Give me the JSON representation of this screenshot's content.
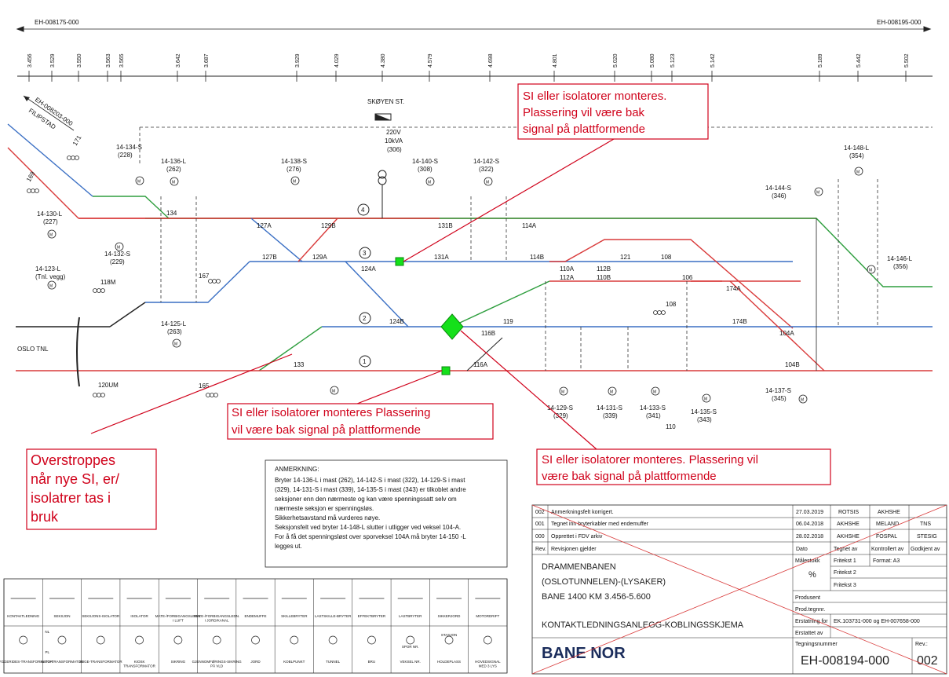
{
  "references": {
    "left": "EH-008175-000",
    "right": "EH-008195-000",
    "branch": "EH-008203-000"
  },
  "km_ticks": [
    "3.456",
    "3.529",
    "3.550",
    "3.563",
    "3.565",
    "3.642",
    "3.687",
    "3.929",
    "4.029",
    "4.380",
    "4.579",
    "4.698",
    "4.801",
    "5.020",
    "5.080",
    "5.123",
    "5.142",
    "5.189",
    "5.442",
    "5.502"
  ],
  "station": {
    "name": "SKØYEN ST."
  },
  "places": {
    "filipstad": "FILIPSTAD",
    "oslo_tnl": "OSLO TNL"
  },
  "track_numbers": [
    "4",
    "3",
    "2",
    "1"
  ],
  "transformer": {
    "line1": "220V",
    "line2": "10kVA",
    "line3": "(306)"
  },
  "switches": [
    {
      "id": "14-134-S",
      "mast": "(228)"
    },
    {
      "id": "14-136-L",
      "mast": "(262)"
    },
    {
      "id": "14-138-S",
      "mast": "(276)"
    },
    {
      "id": "14-140-S",
      "mast": "(308)"
    },
    {
      "id": "14-142-S",
      "mast": "(322)"
    },
    {
      "id": "14-148-L",
      "mast": "(354)"
    },
    {
      "id": "14-144-S",
      "mast": "(346)"
    },
    {
      "id": "14-146-L",
      "mast": "(356)"
    },
    {
      "id": "14-130-L",
      "mast": "(227)"
    },
    {
      "id": "14-132-S",
      "mast": "(229)"
    },
    {
      "id": "14-123-L",
      "mast": "(Tnl. vegg)"
    },
    {
      "id": "14-125-L",
      "mast": "(263)"
    },
    {
      "id": "14-129-S",
      "mast": "(329)"
    },
    {
      "id": "14-131-S",
      "mast": "(339)"
    },
    {
      "id": "14-133-S",
      "mast": "(341)"
    },
    {
      "id": "14-135-S",
      "mast": "(343)"
    },
    {
      "id": "14-137-S",
      "mast": "(345)"
    }
  ],
  "section_labels": [
    "134",
    "127A",
    "129B",
    "127B",
    "129A",
    "124A",
    "124B",
    "131B",
    "131A",
    "114A",
    "114B",
    "110A",
    "112A",
    "112B",
    "110B",
    "121",
    "108",
    "106",
    "174A",
    "174B",
    "104A",
    "104B",
    "119",
    "116B",
    "116A",
    "133"
  ],
  "signals": [
    "171",
    "169",
    "118M",
    "167",
    "120UM",
    "165",
    "108",
    "110"
  ],
  "callouts": {
    "top": [
      "SI eller isolatorer monteres.",
      "Plassering vil være bak",
      "signal på plattformende"
    ],
    "middle": [
      "SI eller isolatorer monteres Plassering",
      "vil være bak signal på plattformende"
    ],
    "right": [
      "SI eller isolatorer monteres. Plassering vil",
      "være bak signal på plattformende"
    ],
    "left": [
      "Overstroppes",
      "når nye SI, er/",
      "isolatrer tas i",
      "bruk"
    ]
  },
  "note": {
    "title": "ANMERKNING:",
    "lines": [
      "Bryter 14-136-L i mast (262), 14-142-S i mast (322), 14-129-S i mast",
      "(329), 14-131-S i mast (339), 14-135-S i mast (343) er tilkoblet andre",
      "seksjoner enn den nærmeste og kan være spenningssatt selv om",
      "nærmeste seksjon er spenningsløs.",
      "Sikkerhetsavstand må vurderes nøye.",
      "Seksjonsfelt ved bryter 14-148-L slutter i utligger ved veksel 104-A.",
      "For å få det spenningsløst over sporveksel 104A må bryter 14-150 -L",
      "legges ut."
    ]
  },
  "revisions": [
    {
      "rev": "002",
      "text": "Anmerkningsfelt korrigert.",
      "date": "27.03.2019",
      "drawn": "ROTSIS",
      "checked": "AKHSHE",
      "approved": ""
    },
    {
      "rev": "001",
      "text": "Tegnet inn bryterkabler med endemuffer",
      "date": "06.04.2018",
      "drawn": "AKHSHE",
      "checked": "MELAND",
      "approved": "TNS"
    },
    {
      "rev": "000",
      "text": "Opprettet i FDV arkiv",
      "date": "28.02.2018",
      "drawn": "AKHSHE",
      "checked": "FOSPAL",
      "approved": "STESIG"
    }
  ],
  "revision_header": {
    "rev": "Rev.",
    "text": "Revisjonen gjelder",
    "date": "Dato",
    "drawn": "Tegnet av",
    "checked": "Kontrollert av",
    "approved": "Godkjent av"
  },
  "title_block": {
    "lines": [
      "DRAMMENBANEN",
      "(OSLOTUNNELEN)-(LYSAKER)",
      "BANE 1400  KM 3.456-5.600",
      "KONTAKTLEDNINGSANLEGG-KOBLINGSSKJEMA"
    ],
    "scale_label": "Målestokk",
    "scale_value": "%",
    "fritekst": [
      "Fritekst 1",
      "Fritekst 2",
      "Fritekst 3"
    ],
    "format": "Format: A3",
    "produsent": "Produsent",
    "prod_tegnnr": "Prod.tegnnr.",
    "erstatning_for_label": "Erstatning for",
    "erstatning_for_value": "EK.103731-000 og EH-007658-000",
    "erstattet_av": "Erstattet av",
    "drawing_number_label": "Tegningsnummer",
    "drawing_number": "EH-008194-000",
    "rev_label": "Rev.:",
    "rev_value": "002",
    "logo": "BANE NOR"
  },
  "legend": {
    "row1": [
      "KONTAKTLEDNING",
      "SEKSJON",
      "SEKSJONS-ISOLATOR",
      "ISOLATOR",
      "MATE-/FORBIGANGSLEDN. I LUFT",
      "MATE-/FORBIGANGSLEDN. I JORD/KANAL",
      "ENDEMUFFE",
      "SKILLEBRYTER",
      "LASTSKILLE-BRYTER",
      "EFFEKTBRYTER",
      "LASTBRYTER",
      "SIKKERJORD",
      "MOTORDRIFT"
    ],
    "row2": [
      "BRYGGERIDES-TRANSFORMATOR",
      "AUTO-TRANSFORMATOR",
      "SUGE-TRANSFORMATOR",
      "KIOSK TRANSFORMATOR",
      "SIKRING",
      "GJENNOMFØRINGS-SIKRING PÅ VLD",
      "JORD",
      "KOBLPUNKT",
      "TUNNEL",
      "BRU",
      "VEKSEL NR.",
      "HOLDEPLASS",
      "HOVEDSIGNAL MED 3 LYS"
    ],
    "row2_extra": {
      "nl": "NL",
      "pl": "PL",
      "spor_nr": "SPOR NR.",
      "stasjon": "STASJON"
    }
  },
  "colors": {
    "green": "#2e9e3e",
    "red": "#d93a3a",
    "blue": "#3a6fc4",
    "black": "#222222",
    "callout": "#d0021b",
    "marker": "#15e01a"
  }
}
